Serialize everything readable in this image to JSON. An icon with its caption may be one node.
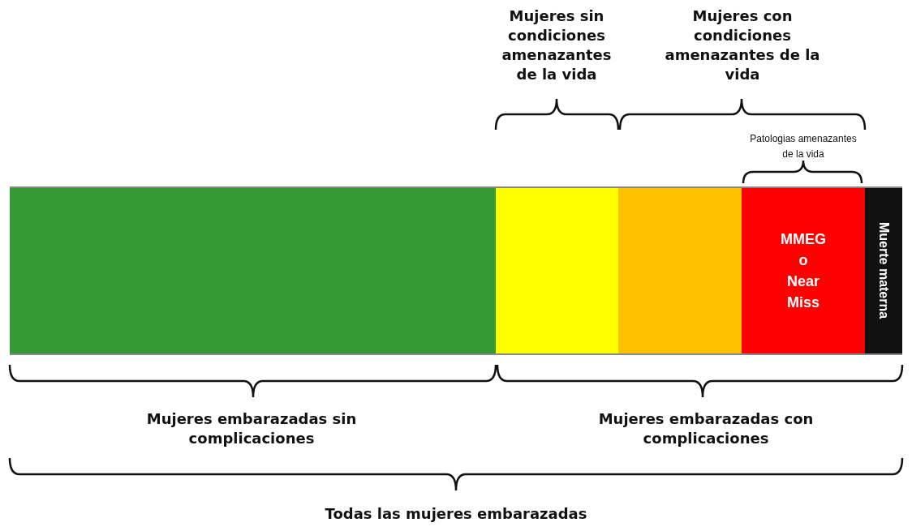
{
  "diagram": {
    "nodes": [
      {
        "text": [],
        "shape": "bar"
      },
      {
        "text": [],
        "shape": "bar"
      },
      {
        "text": [],
        "shape": "bar"
      },
      {
        "text": [
          "MMEG o Near Miss"
        ]
      },
      {
        "text": [
          "Muerte materna"
        ]
      }
    ],
    "edges": [],
    "labels": [
      "Mujeres sin condiciones amenazantes de la vida",
      "Mujeres con condiciones amenazantes de la vida",
      "Patologias amenazantes de la vida",
      "Mujeres embarazadas sin complicaciones",
      "Mujeres embarazadas con complicaciones",
      "Todas las mujeres embarazadas"
    ]
  }
}
